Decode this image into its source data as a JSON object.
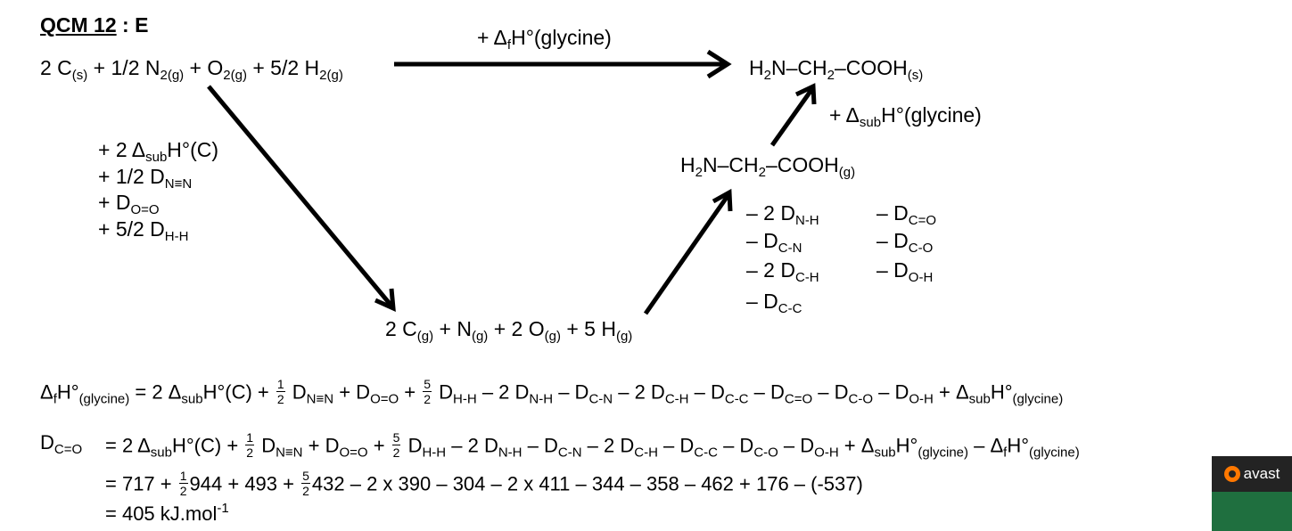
{
  "title": {
    "label": "QCM 12",
    "suffix": " : E"
  },
  "diagram": {
    "formation_label": "+ Δ",
    "formation_label_sub": "f",
    "formation_label_rest": "H°(glycine)",
    "sublimation_label_pre": "+ Δ",
    "sublimation_label_sub": "sub",
    "sublimation_label_rest": "H°(glycine)",
    "reactants": {
      "c1": "2 C",
      "c1_state": "(s)",
      "n2": " + 1/2 N",
      "n2_state": "2(g)",
      "o2": " + O",
      "o2_state": "2(g)",
      "h2": " + 5/2 H",
      "h2_state": "2(g)"
    },
    "product_solid": {
      "a": "H",
      "a2": "2",
      "b": "N–CH",
      "b2": "2",
      "c": "–COOH",
      "state": "(s)"
    },
    "product_gas": {
      "a": "H",
      "a2": "2",
      "b": "N–CH",
      "b2": "2",
      "c": "–COOH",
      "state": "(g)"
    },
    "atoms": {
      "c": "2 C",
      "c_state": "(g)",
      "n": " + N",
      "n_state": "(g)",
      "o": " + 2 O",
      "o_state": "(g)",
      "h": " + 5 H",
      "h_state": "(g)"
    },
    "atomization_terms": [
      {
        "pre": "+ 2 Δ",
        "sub": "sub",
        "post": "H°(C)"
      },
      {
        "pre": "+ 1/2 D",
        "sub": "N≡N",
        "post": ""
      },
      {
        "pre": "+ D",
        "sub": "O=O",
        "post": ""
      },
      {
        "pre": "+ 5/2 D",
        "sub": "H-H",
        "post": ""
      }
    ],
    "bond_terms_left": [
      {
        "pre": "– 2 D",
        "sub": "N-H"
      },
      {
        "pre": "– D",
        "sub": "C-N"
      },
      {
        "pre": "– 2 D",
        "sub": "C-H"
      },
      {
        "pre": "– D",
        "sub": "C-C"
      }
    ],
    "bond_terms_right": [
      {
        "pre": "– D",
        "sub": "C=O"
      },
      {
        "pre": "– D",
        "sub": "C-O"
      },
      {
        "pre": "– D",
        "sub": "O-H"
      }
    ]
  },
  "equations": {
    "eq1": {
      "lhs_pre": "Δ",
      "lhs_sub": "f",
      "lhs_mid": "H°",
      "lhs_sub2": "(glycine)",
      "p1": " = 2 Δ",
      "p1_sub": "sub",
      "p1_post": "H°(C) + ",
      "half_num": "1",
      "half_den": "2",
      "p2": " D",
      "p2_sub": "N≡N",
      "p3": " + D",
      "p3_sub": "O=O",
      "p4": " + ",
      "five_num": "5",
      "five_den": "2",
      "p5": " D",
      "p5_sub": "H-H",
      "p6": " – 2 D",
      "p6_sub": "N-H",
      "p7": " – D",
      "p7_sub": "C-N",
      "p8": " – 2 D",
      "p8_sub": "C-H",
      "p9": " – D",
      "p9_sub": "C-C",
      "p10": " – D",
      "p10_sub": "C=O",
      "p11": " – D",
      "p11_sub": "C-O",
      "p12": " – D",
      "p12_sub": "O-H",
      "p13": " + Δ",
      "p13_sub": "sub",
      "p13_post": "H°",
      "p13_sub2": "(glycine)"
    },
    "eq2": {
      "lhs": "D",
      "lhs_sub": "C=O",
      "p1": "= 2 Δ",
      "p1_sub": "sub",
      "p1_post": "H°(C) + ",
      "half_num": "1",
      "half_den": "2",
      "p2": " D",
      "p2_sub": "N≡N",
      "p3": " + D",
      "p3_sub": "O=O",
      "p4": " + ",
      "five_num": "5",
      "five_den": "2",
      "p5": " D",
      "p5_sub": "H-H",
      "p6": " – 2 D",
      "p6_sub": "N-H",
      "p7": " – D",
      "p7_sub": "C-N",
      "p8": " – 2 D",
      "p8_sub": "C-H",
      "p9": " – D",
      "p9_sub": "C-C",
      "p10": " – D",
      "p10_sub": "C-O",
      "p11": " – D",
      "p11_sub": "O-H",
      "p12": " + Δ",
      "p12_sub": "sub",
      "p12_post": "H°",
      "p12_sub2": "(glycine)",
      "p13": " – Δ",
      "p13_sub": "f",
      "p13_post": "H°",
      "p13_sub2": "(glycine)"
    },
    "eq3": {
      "p1": "= 717 + ",
      "half_num": "1",
      "half_den": "2",
      "p2": "944 + 493 + ",
      "five_num": "5",
      "five_den": "2",
      "p3": "432 – 2 x 390 – 304 – 2 x 411 – 344 – 358 – 462 + 176 – (-537)"
    },
    "eq4": {
      "p1": "= 405 kJ.mol",
      "sup": "-1"
    }
  },
  "badge": {
    "label": "avast",
    "icon": "avast-logo-icon"
  }
}
